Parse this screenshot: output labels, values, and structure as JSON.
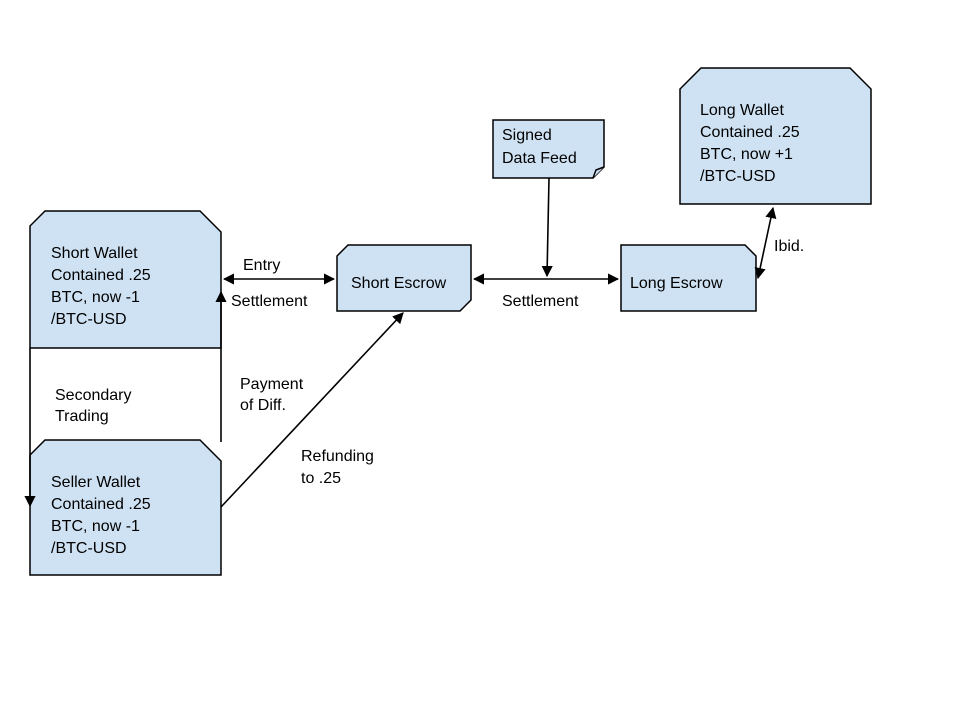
{
  "colors": {
    "fill": "#cfe2f3",
    "stroke": "#000000",
    "text": "#000000"
  },
  "nodes": {
    "short_wallet": {
      "lines": [
        "Short Wallet",
        "Contained .25",
        "BTC, now -1",
        "/BTC-USD"
      ]
    },
    "seller_wallet": {
      "lines": [
        "Seller Wallet",
        "Contained .25",
        "BTC, now -1",
        "/BTC-USD"
      ]
    },
    "short_escrow": {
      "label": "Short Escrow"
    },
    "long_escrow": {
      "label": "Long Escrow"
    },
    "signed_feed": {
      "lines": [
        "Signed",
        "Data Feed"
      ]
    },
    "long_wallet": {
      "lines": [
        "Long Wallet",
        "Contained .25",
        "BTC, now +1",
        "/BTC-USD"
      ]
    }
  },
  "edges": {
    "entry": "Entry",
    "settlement_left": "Settlement",
    "settlement_mid": "Settlement",
    "ibid": "Ibid.",
    "secondary_trading": [
      "Secondary",
      "Trading"
    ],
    "payment_of_diff": [
      "Payment",
      "of Diff."
    ],
    "refunding": [
      "Refunding",
      "to .25"
    ]
  }
}
